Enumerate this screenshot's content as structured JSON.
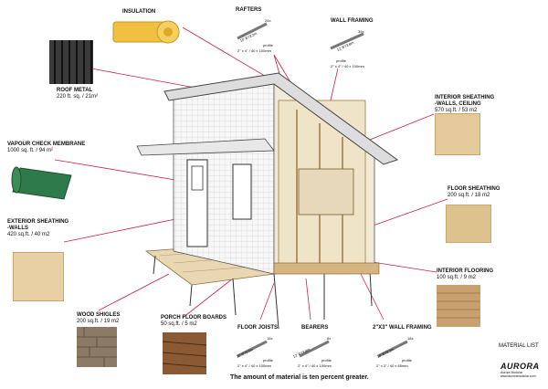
{
  "labels": {
    "insulation": {
      "title": "INSULATION"
    },
    "rafters": {
      "title": "RAFTERS",
      "count": "24x",
      "size": "10' 8\"/3.2m",
      "profile": "profile",
      "dims": "2\" x 4\" / 40 x 100mm"
    },
    "wall_framing": {
      "title": "WALL FRAMING",
      "count": "39x",
      "size": "12' 8\"/3.8m",
      "profile": "profile",
      "dims": "2\" x 4\" / 40 x 100mm"
    },
    "roof_metal": {
      "title": "ROOF METAL",
      "qty": "220 ft. sq. / 21m²"
    },
    "vapour": {
      "title": "VAPOUR CHECK MEMBRANE",
      "qty": "1000 sq. ft. / 94 m²"
    },
    "interior_sheathing": {
      "title": "INTERIOR SHEATHING",
      "title2": "-WALLS, CEILING",
      "qty": "570 sq.ft. / 53 m2"
    },
    "floor_sheathing": {
      "title": "FLOOR SHEATHING",
      "qty": "200 sq.ft. / 18 m2"
    },
    "exterior_sheathing": {
      "title": "EXTERIOR SHEATHING",
      "title2": "-WALLS",
      "qty": "420 sq.ft. / 40 m2"
    },
    "interior_flooring": {
      "title": "INTERIOR FLOORING",
      "qty": "100 sq.ft. / 9 m2"
    },
    "wood_shingles": {
      "title": "WOOD SHIGLES",
      "qty": "200 sq.ft. / 19 m2"
    },
    "porch_boards": {
      "title": "PORCH FLOOR BOARDS",
      "qty": "50 sq.ft. / 5 m2"
    },
    "floor_joists": {
      "title": "FLOOR JOISTS",
      "count": "16x",
      "size": "11' 6\"/3.5m",
      "profile": "profile",
      "dims": "2\" x 4\" / 40 x 100mm"
    },
    "bearers": {
      "title": "BEARERS",
      "count": "8x",
      "size": "12' 8\"/3.8m",
      "profile": "profile",
      "dims": "2\" x 4\" / 40 x 100mm"
    },
    "wall_framing_2x3": {
      "title": "2\"x3\" WALL FRAMING",
      "count": "18x",
      "size": "10' 8\"/3.2m",
      "profile": "profile",
      "dims": "2\" x 3\" / 40 x 65mm"
    }
  },
  "material_list": "MATERIAL LIST",
  "footer": "The amount of material is ten percent greater.",
  "logo": {
    "brand": "AURORA",
    "sub": "Aurora Modular",
    "url": "www.auroramodular.com"
  },
  "colors": {
    "leader": "#cc2244",
    "wood": "#e4c99a",
    "insulation": "#f0c040",
    "membrane": "#2f7a4a",
    "metal": "#3a3a3a"
  }
}
